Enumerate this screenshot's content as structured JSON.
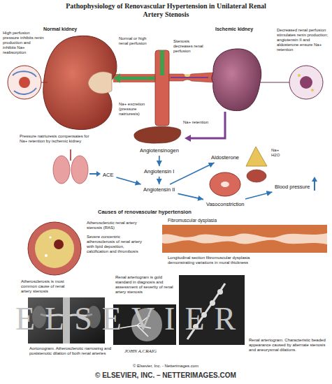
{
  "diagram": {
    "title": "Pathophysiology of Renovascular Hypertension in Unilateral Renal Artery Stenosis",
    "nodes": [
      {
        "text": [
          "Angiotensinogen"
        ]
      },
      {
        "text": [
          "ACE"
        ]
      },
      {
        "text": [
          "Angiotensin I"
        ]
      },
      {
        "text": [
          "Angiotensin II"
        ]
      },
      {
        "text": [
          "Aldosterone"
        ]
      },
      {
        "text": [
          "Vasoconstriction"
        ]
      },
      {
        "text": [
          "Blood pressure"
        ]
      }
    ],
    "edges": [
      {
        "from": 0,
        "to": 2,
        "arrow": "to"
      },
      {
        "from": 2,
        "to": 3,
        "arrow": "to"
      },
      {
        "from": 1,
        "to": 3,
        "arrow": "to"
      },
      {
        "from": 3,
        "to": 4,
        "arrow": "to"
      },
      {
        "from": 3,
        "to": 5,
        "arrow": "to"
      },
      {
        "from": 5,
        "to": 6,
        "arrow": "to"
      }
    ],
    "labels": [
      "Normal kidney",
      "Ischemic kidney",
      "High perfusion pressure inhibits renin production and inhibits Na+ reabsorption",
      "Normal or high renal perfusion",
      "Stenosis decreases renal perfusion",
      "Decreased renal perfusion stimulates renin production; angiotensin II and aldosterone ensure Na+ retention",
      "Na+ excretion (pressure natriuresis)",
      "Na+ retention",
      "Na+ H2O",
      "Pressure natriuresis compensates for Na+ retention by ischemic kidney",
      "Causes of renovascular hypertension",
      "Atherosclerotic renal artery stenosis (RAS)",
      "Severe concentric atherosclerosis of renal artery with lipid deposition, calcification and thrombosis",
      "Fibromuscular dysplasia",
      "Longitudinal section fibromuscular dysplasia demonstrating variations in mural thickness",
      "Atherosclerosis is most common cause of renal artery stenosis",
      "Renal arteriogram is gold standard in diagnosis and assessment of severity of renal artery stenosis",
      "Aortonogram. Atherosclerotic narrowing and poststenotic dilation of both renal arteries",
      "Renal arteriogram. Characteristic beaded appearance caused by alternate stenosis and aneurysmal dilations.",
      "JOHN A.CRAIG",
      "ELSEVIER",
      "© Elsevier, Inc. - Netterimages.com",
      "© ELSEVIER, INC. – NETTERIMAGES.COM"
    ]
  }
}
